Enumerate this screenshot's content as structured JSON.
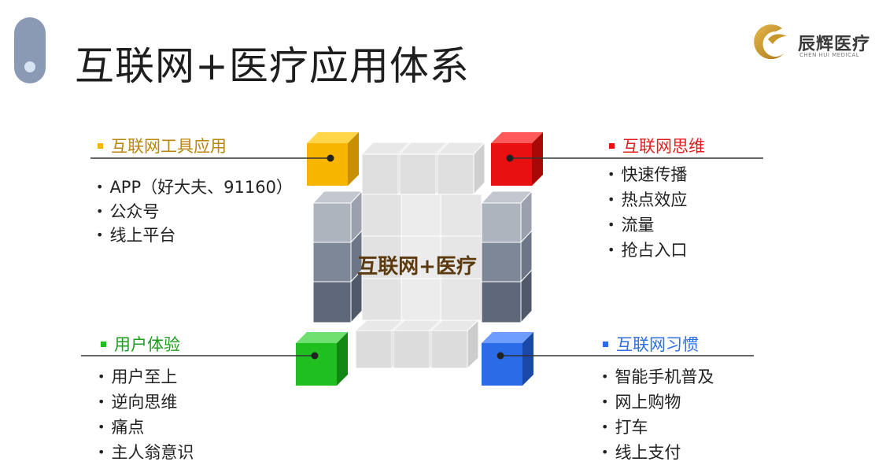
{
  "title": "互联网+医疗应用体系",
  "logo": {
    "name": "辰辉医疗",
    "subtitle": "CHEN HUI MEDICAL"
  },
  "center_label": "互联网+医疗",
  "quadrants": {
    "tools": {
      "heading": "互联网工具应用",
      "color": "#b8860b",
      "cube_color": "#f7b500",
      "items": [
        "APP（好大夫、91160）",
        "公众号",
        "线上平台"
      ]
    },
    "thinking": {
      "heading": "互联网思维",
      "color": "#e02020",
      "cube_color": "#e81010",
      "items": [
        "快速传播",
        "热点效应",
        "流量",
        "抢占入口"
      ]
    },
    "experience": {
      "heading": "用户体验",
      "color": "#1e9e1e",
      "cube_color": "#1fbf1f",
      "items": [
        "用户至上",
        "逆向思维",
        "痛点",
        "主人翁意识"
      ]
    },
    "habit": {
      "heading": "互联网习惯",
      "color": "#2f6fe0",
      "cube_color": "#2a6be8",
      "items": [
        "智能手机普及",
        "网上购物",
        "打车",
        "线上支付"
      ]
    }
  }
}
